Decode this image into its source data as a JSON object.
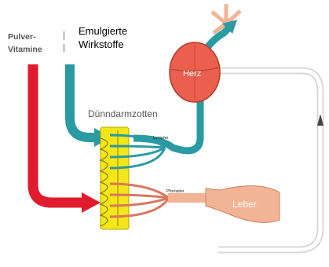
{
  "labels": {
    "pulver_line1": "Pulver-",
    "pulver_line2": "Vitamine",
    "emulgiert_line1": "Emulgierte",
    "emulgiert_line2": "Wirkstoffe",
    "duenndarm": "Dünndarmzotten",
    "lymphe": "Lymphe",
    "pfortader": "Pfortader",
    "herz": "Herz",
    "leber": "Leber"
  },
  "colors": {
    "pulver_path": "#e01b2e",
    "emulgiert_path": "#2a9aa3",
    "villi": "#f5e619",
    "heart": "#ea5f4d",
    "liver": "#f3b395",
    "vein": "#d9775e"
  }
}
